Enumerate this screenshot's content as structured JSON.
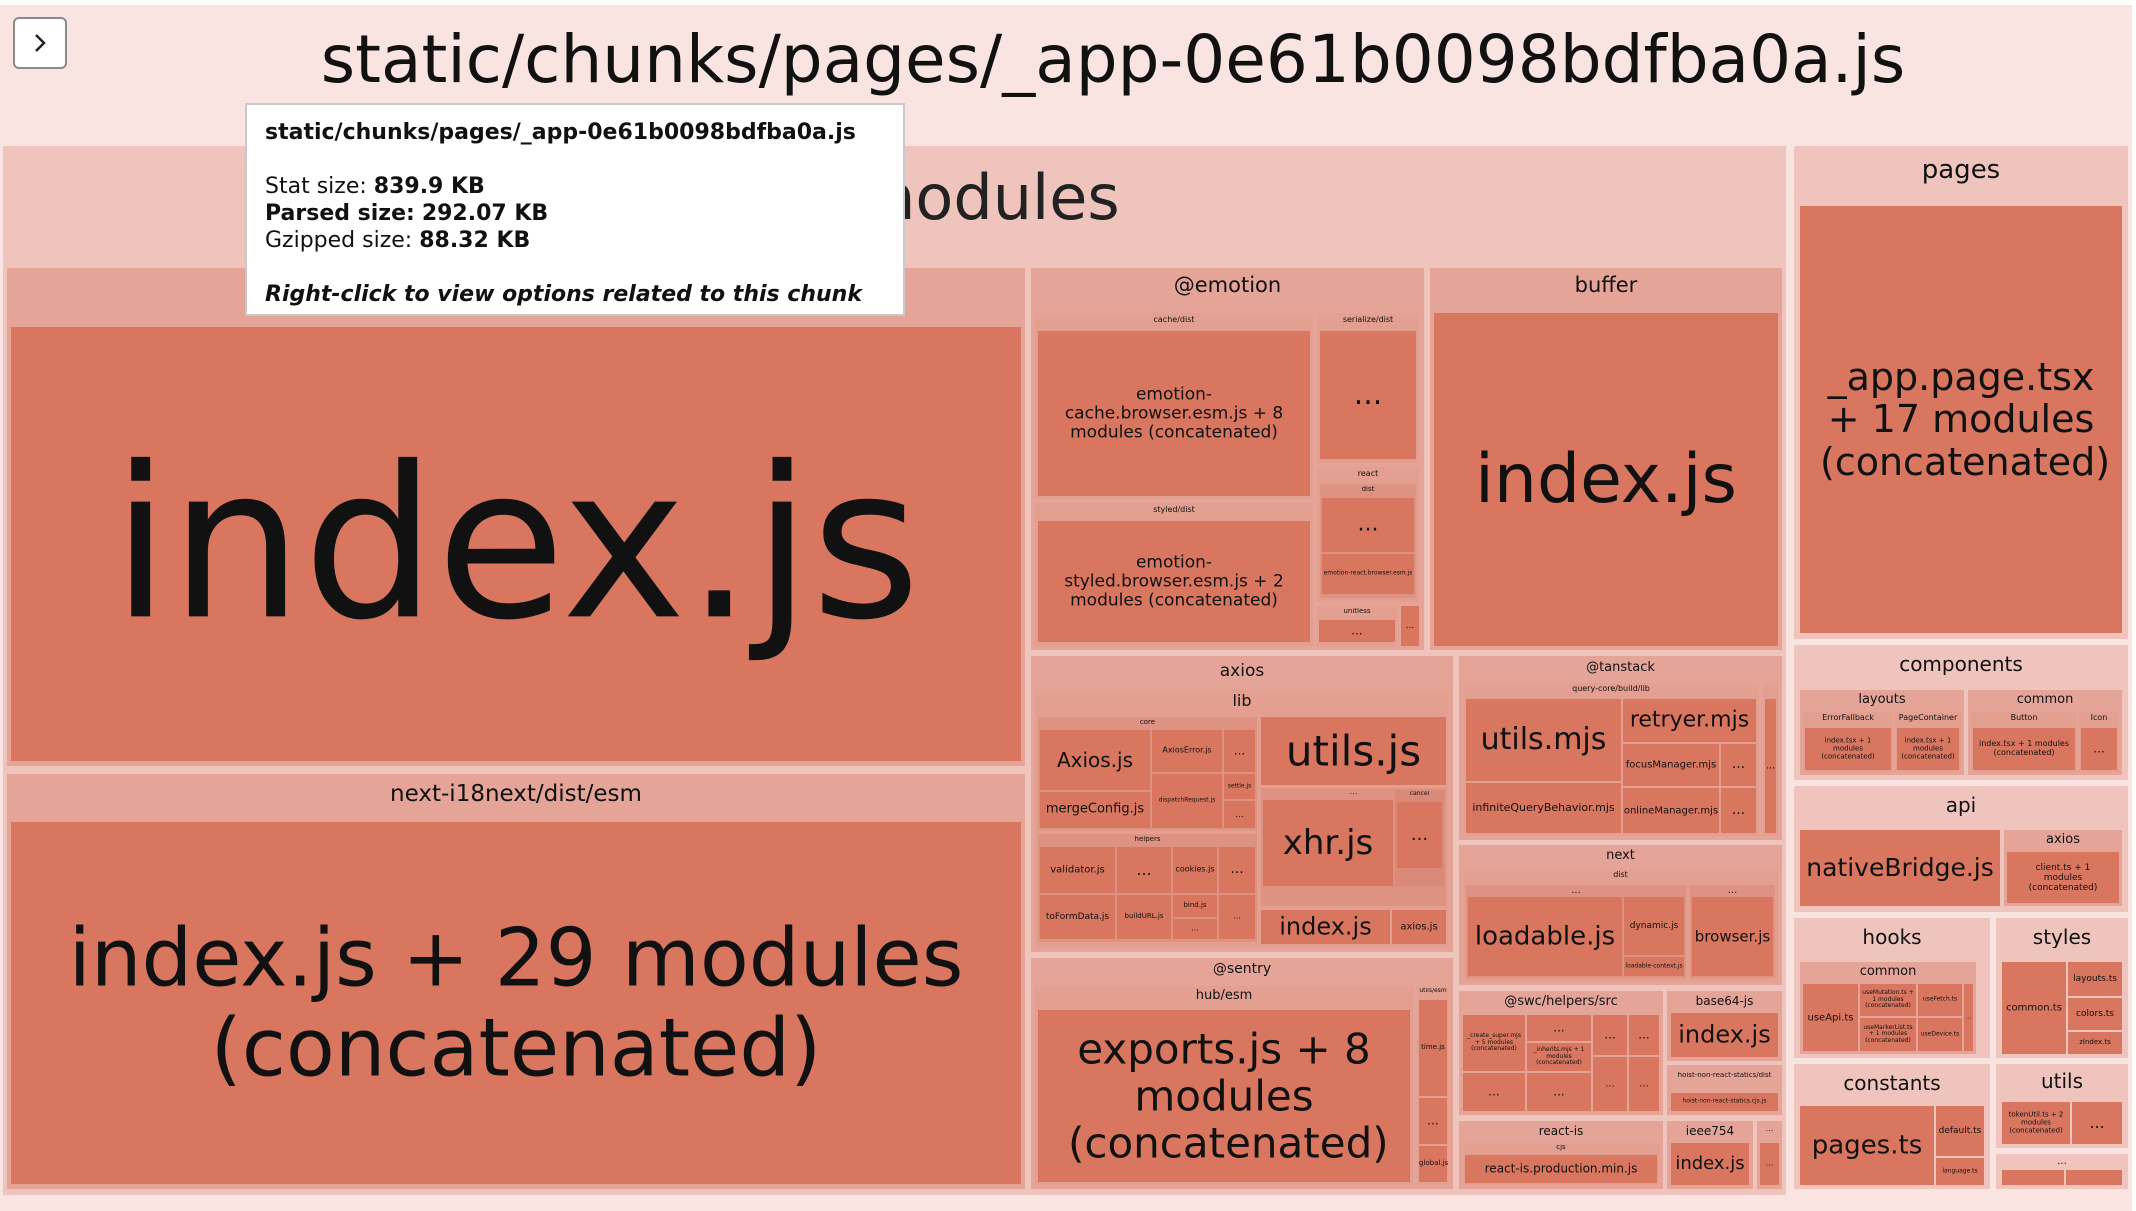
{
  "chunk_title": "static/chunks/pages/_app-0e61b0098bdfba0a.js",
  "tooltip": {
    "title": "static/chunks/pages/_app-0e61b0098bdfba0a.js",
    "stat_label": "Stat size:",
    "stat_value": "839.9 KB",
    "parsed_label": "Parsed size:",
    "parsed_value": "292.07 KB",
    "gzip_label": "Gzipped size:",
    "gzip_value": "88.32 KB",
    "hint": "Right-click to view options related to this chunk"
  },
  "sidebar_toggle_icon": "chevron-right-icon",
  "groups": {
    "node_modules": "node_modules",
    "unnamed_top": "",
    "index_js": "index.js",
    "next_i18next": "next-i18next/dist/esm",
    "next_i18next_index": "index.js + 29 modules (concatenated)",
    "emotion": "@emotion",
    "cache_dist": "cache/dist",
    "emotion_cache": "emotion-cache.browser.esm.js + 8 modules (concatenated)",
    "serialize_dist": "serialize/dist",
    "styled_dist": "styled/dist",
    "emotion_styled": "emotion-styled.browser.esm.js + 2 modules (concatenated)",
    "react": "react",
    "dist": "dist",
    "emotion_react": "emotion-react.browser.esm.js",
    "unitless": "unitless",
    "buffer": "buffer",
    "buffer_index": "index.js",
    "axios": "axios",
    "lib": "lib",
    "core": "core",
    "axios_js": "Axios.js",
    "axios_error": "AxiosError.js",
    "settle": "settle.js",
    "merge_config": "mergeConfig.js",
    "dispatch_request": "dispatchRequest.js",
    "utils_js": "utils.js",
    "xhr_js": "xhr.js",
    "cancel": "cancel",
    "helpers": "helpers",
    "validator": "validator.js",
    "cookies": "cookies.js",
    "bind_js": "bind.js",
    "to_form_data": "toFormData.js",
    "build_url": "buildURL.js",
    "axios_index": "index.js",
    "axios_axios": "axios.js",
    "tanstack": "@tanstack",
    "query_core": "query-core/build/lib",
    "utils_mjs": "utils.mjs",
    "retryer": "retryer.mjs",
    "focus_manager": "focusManager.mjs",
    "infinite_query": "infiniteQueryBehavior.mjs",
    "online_manager": "onlineManager.mjs",
    "next": "next",
    "next_dist": "dist",
    "loadable": "loadable.js",
    "dynamic_js": "dynamic.js",
    "browser_js": "browser.js",
    "loadable_context": "loadable-context.js",
    "sentry": "@sentry",
    "hub_esm": "hub/esm",
    "sentry_exports": "exports.js + 8 modules (concatenated)",
    "utils_esm": "utils/esm",
    "time_js": "time.js",
    "global_js": "global.js",
    "swc": "@swc/helpers/src",
    "create_super": "_create_super.mjs + 5 modules (concatenated)",
    "inherits": "_inherits.mjs + 1 modules (concatenated)",
    "base64": "base64-js",
    "base64_index": "index.js",
    "hoist": "hoist-non-react-statics/dist",
    "hoist_file": "hoist-non-react-statics.cjs.js",
    "react_is": "react-is",
    "cjs": "cjs",
    "react_is_prod": "react-is.production.min.js",
    "ieee754": "ieee754",
    "ieee_index": "index.js",
    "pages": "pages",
    "app_page": "_app.page.tsx + 17 modules (concatenated)",
    "components": "components",
    "layouts": "layouts",
    "error_fallback": "ErrorFallback",
    "page_container": "PageContainer",
    "index_tsx_1": "index.tsx + 1 modules (concatenated)",
    "common": "common",
    "button": "Button",
    "icon": "Icon",
    "index_tsx_common": "index.tsx + 1 modules (concatenated)",
    "api": "api",
    "native_bridge": "nativeBridge.js",
    "api_axios": "axios",
    "client_ts": "client.ts + 1 modules (concatenated)",
    "hooks": "hooks",
    "hooks_common": "common",
    "use_api": "useApi.ts",
    "use_hooks_a": "useMutation.ts + 1 modules (concatenated)",
    "use_hooks_b": "useMarkerList.ts + 1 modules (concatenated)",
    "use_fetch": "useFetch.ts",
    "use_device": "useDevice.ts",
    "styles": "styles",
    "common_ts": "common.ts",
    "layouts_ts": "layouts.ts",
    "colors_ts": "colors.ts",
    "zindex_ts": "zIndex.ts",
    "constants": "constants",
    "pages_ts": "pages.ts",
    "default_ts": "default.ts",
    "language_ts": "language.ts",
    "utils": "utils",
    "token_util": "tokenUtil.ts + 2 modules (concatenated)",
    "ellipsis": "..."
  }
}
